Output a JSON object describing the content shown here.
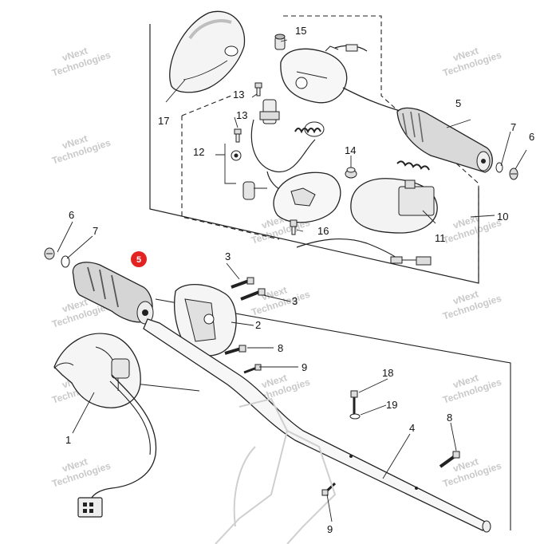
{
  "watermark": {
    "line1": "vNext",
    "line2": "Technologies"
  },
  "highlight": {
    "label": "5",
    "color": "#e32222"
  },
  "callouts": {
    "c1": "1",
    "c2": "2",
    "c3a": "3",
    "c3b": "3",
    "c4": "4",
    "c5a": "5",
    "c6a": "6",
    "c6b": "6",
    "c7a": "7",
    "c7b": "7",
    "c8a": "8",
    "c8b": "8",
    "c9a": "9",
    "c9b": "9",
    "c10": "10",
    "c11": "11",
    "c12": "12",
    "c13a": "13",
    "c13b": "13",
    "c14": "14",
    "c15": "15",
    "c16": "16",
    "c17": "17",
    "c18": "18",
    "c19": "19"
  }
}
